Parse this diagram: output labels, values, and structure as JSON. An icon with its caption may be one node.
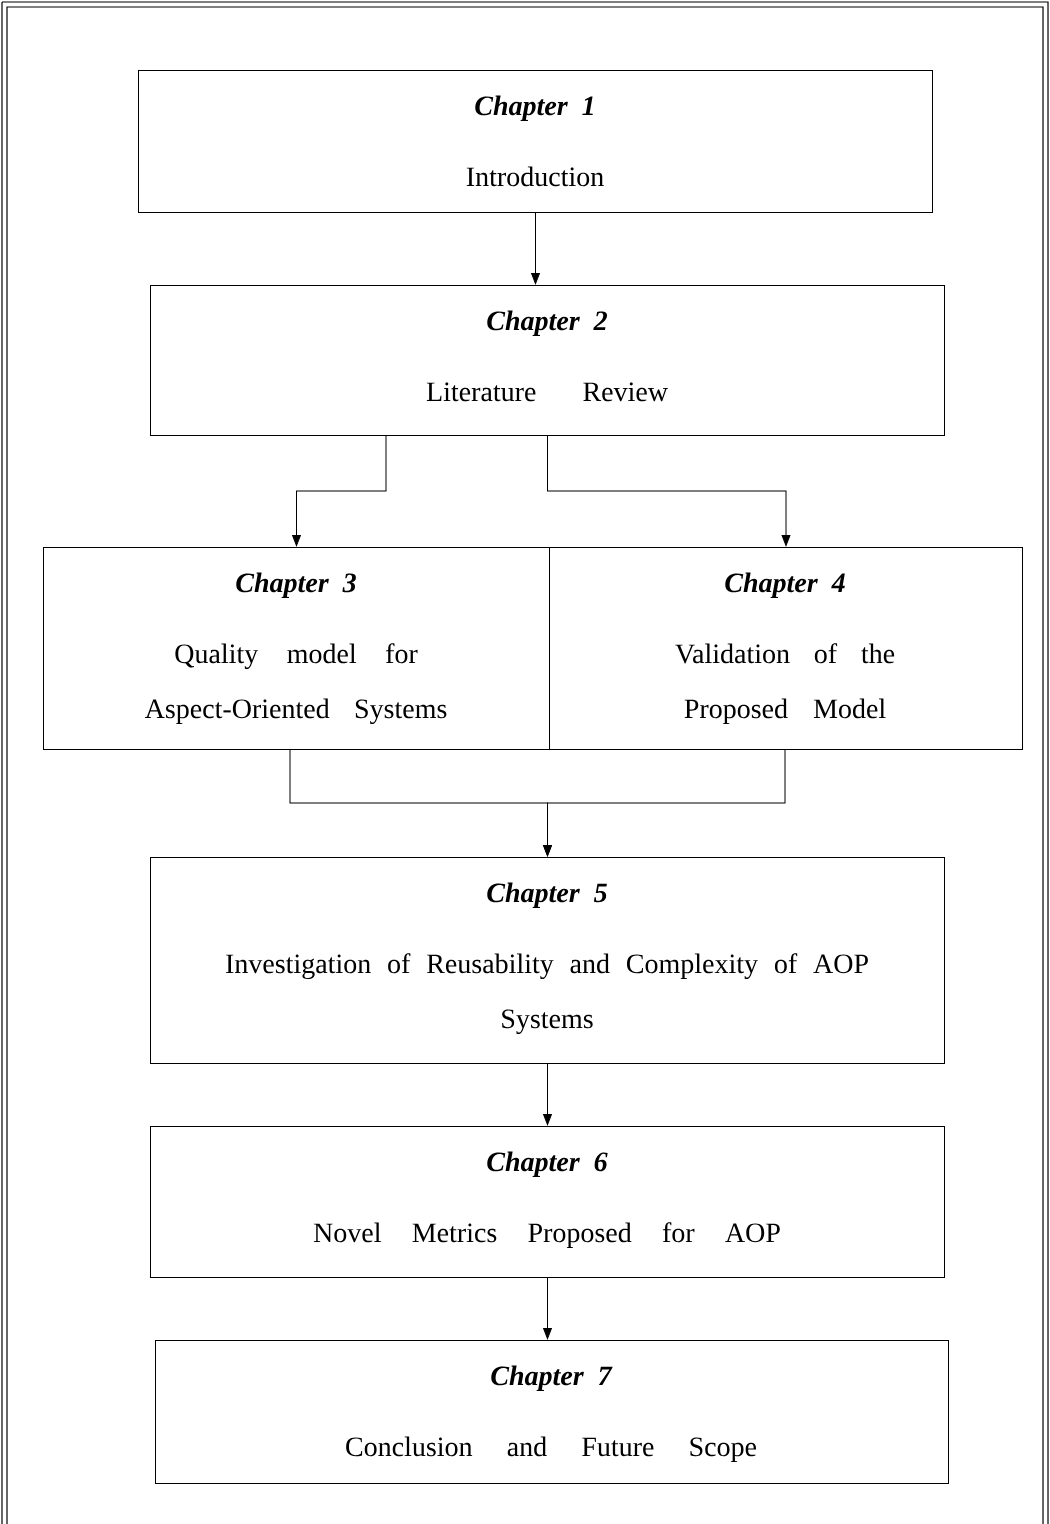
{
  "diagram": {
    "nodes": [
      {
        "text": [
          "Chapter 1",
          "Introduction"
        ]
      },
      {
        "text": [
          "Chapter 2",
          "Literature Review"
        ]
      },
      {
        "text": [
          "Chapter 3",
          "Quality model for Aspect-Oriented Systems"
        ]
      },
      {
        "text": [
          "Chapter 4",
          "Validation of the Proposed Model"
        ]
      },
      {
        "text": [
          "Chapter 5",
          "Investigation of Reusability and Complexity of AOP Systems"
        ]
      },
      {
        "text": [
          "Chapter 6",
          "Novel Metrics Proposed for AOP"
        ]
      },
      {
        "text": [
          "Chapter 7",
          "Conclusion and Future Scope"
        ]
      }
    ],
    "edges": [
      {
        "from": 0,
        "to": 1,
        "arrow": "to"
      },
      {
        "from": 1,
        "to": 2,
        "arrow": "to"
      },
      {
        "from": 1,
        "to": 3,
        "arrow": "to"
      },
      {
        "from": 2,
        "to": 4,
        "arrow": "to"
      },
      {
        "from": 3,
        "to": 4,
        "arrow": "to"
      },
      {
        "from": 4,
        "to": 5,
        "arrow": "to"
      },
      {
        "from": 5,
        "to": 6,
        "arrow": "to"
      }
    ]
  }
}
